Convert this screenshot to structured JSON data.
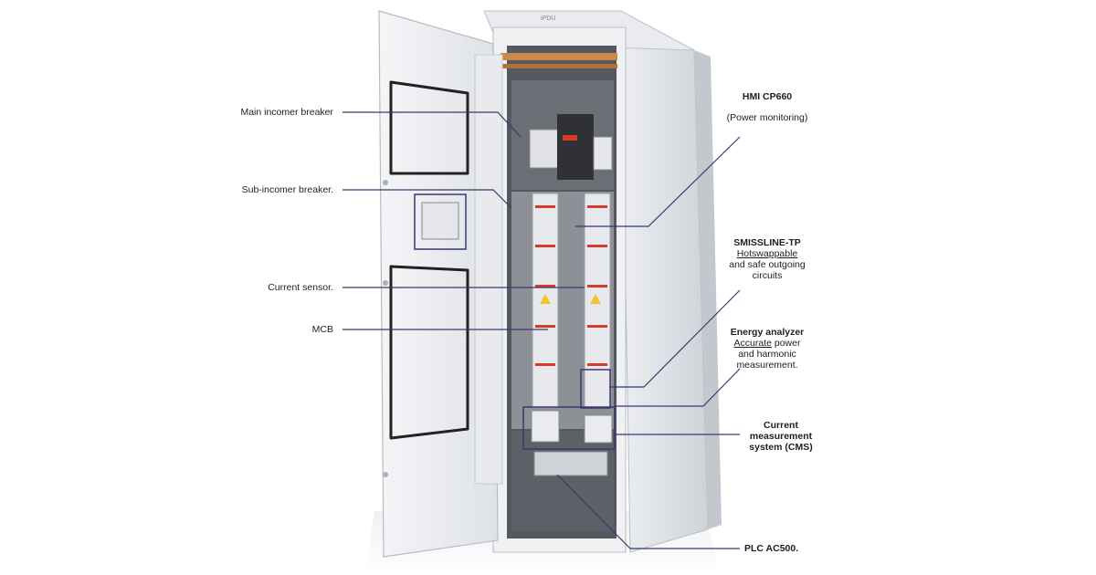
{
  "labels": {
    "main_incomer": "Main incomer breaker",
    "sub_incomer": "Sub-incomer breaker.",
    "current_sensor": "Current sensor.",
    "mcb": "MCB",
    "hmi_title": "HMI CP660",
    "hmi_desc": "(Power monitoring)",
    "smissline_title": "SMISSLINE-TP",
    "smissline_hot": "Hotswappable",
    "smissline_rest1": "and safe outgoing",
    "smissline_rest2": "circuits",
    "energy_title": "Energy analyzer",
    "energy_acc": "Accurate",
    "energy_rest1": " power",
    "energy_rest2": "and harmonic",
    "energy_rest3": "measurement.",
    "cms1": "Current",
    "cms2": "measurement",
    "cms3": "system (CMS)",
    "plc": "PLC AC500.",
    "brand_mark": "iPDU"
  },
  "colors": {
    "leader": "#3d3770",
    "cabinet": "#e6e8eb",
    "cabinet_shade": "#cdd1d6",
    "interior": "#4a4d52",
    "copper": "#c98a4a",
    "accent_red": "#d83a2a"
  }
}
